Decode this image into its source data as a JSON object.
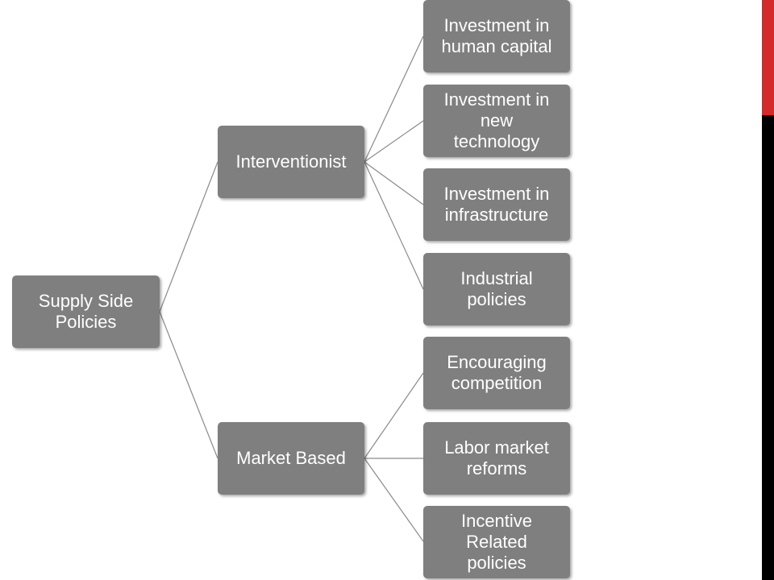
{
  "colors": {
    "node_fill": "#7f7f7f",
    "connector": "#8a8a8a",
    "accent_top": "#d42a2a",
    "accent_bottom": "#000000"
  },
  "diagram": {
    "root": {
      "label": "Supply Side\nPolicies"
    },
    "branches": [
      {
        "label": "Interventionist",
        "children": [
          "Investment in\nhuman capital",
          "Investment in\nnew\ntechnology",
          "Investment in\ninfrastructure",
          "Industrial\npolicies"
        ]
      },
      {
        "label": "Market Based",
        "children": [
          "Encouraging\ncompetition",
          "Labor market\nreforms",
          "Incentive\nRelated\npolicies"
        ]
      }
    ]
  }
}
